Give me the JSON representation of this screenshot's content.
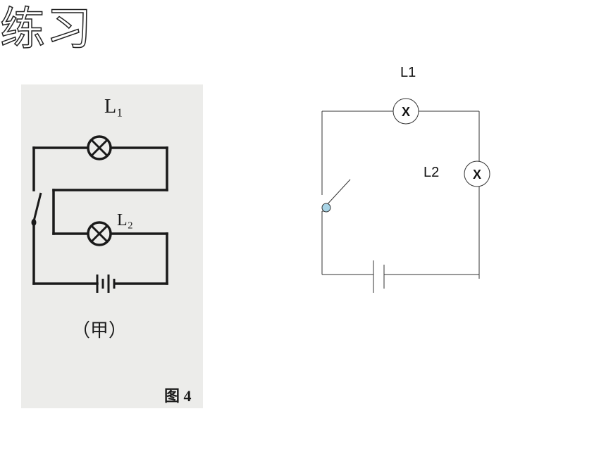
{
  "page": {
    "title": "练习"
  },
  "photo_figure": {
    "lamp1_label": "L₁",
    "lamp2_label": "L₂",
    "caption": "（甲）",
    "figure_tag": "图 4"
  },
  "circuit": {
    "lamp1_label": "L1",
    "lamp2_label": "L2",
    "lamp_symbol": "X"
  },
  "colors": {
    "wire_photo": "#1a1a1a",
    "wire_diagram": "#333333",
    "switch_pivot": "#a8d4e6"
  }
}
